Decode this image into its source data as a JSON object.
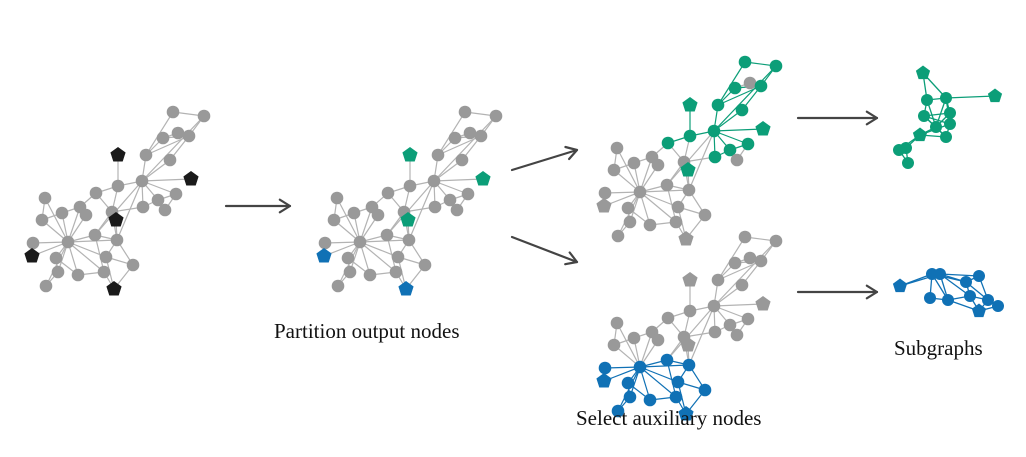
{
  "captions": {
    "partition": "Partition output nodes",
    "auxiliary": "Select auxiliary nodes",
    "subgraphs": "Subgraphs"
  },
  "colors": {
    "edge": "#b3b3b3",
    "node": "#999999",
    "output_node": "#1a1a1a",
    "partition_green": "#0c9e78",
    "partition_blue": "#1071b5",
    "arrow": "#444444"
  },
  "graphs": [
    {
      "id": "original",
      "highlight_color": "output_node"
    },
    {
      "id": "partitioned",
      "highlight_color": "mixed"
    },
    {
      "id": "auxiliary-green",
      "highlight_color": "partition_green"
    },
    {
      "id": "auxiliary-blue",
      "highlight_color": "partition_blue"
    },
    {
      "id": "subgraph-green",
      "highlight_color": "partition_green"
    },
    {
      "id": "subgraph-blue",
      "highlight_color": "partition_blue"
    }
  ]
}
